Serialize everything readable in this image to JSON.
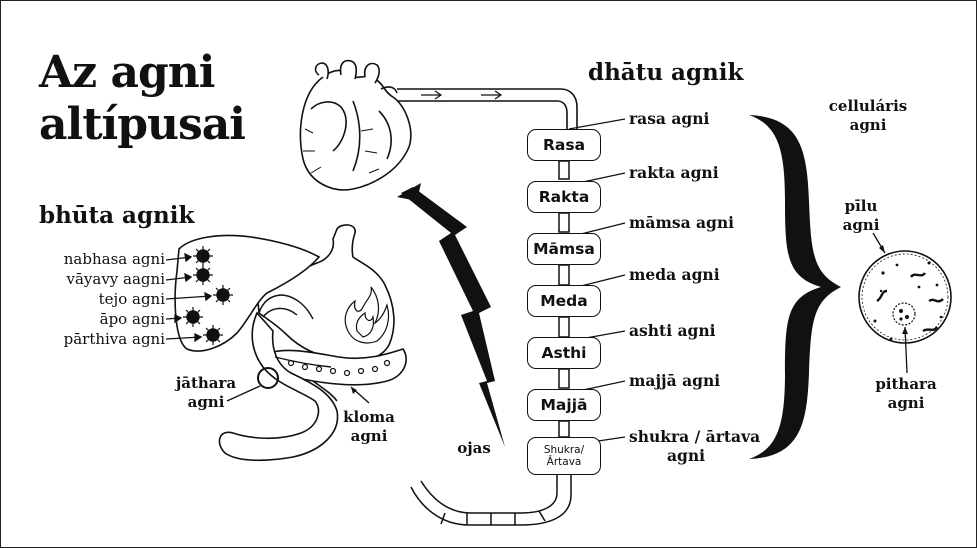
{
  "title": {
    "line1": "Az agni",
    "line2": "altípusai"
  },
  "bhuta": {
    "heading": "bhūta agnik",
    "items": [
      "nabhasa agni",
      "vāyavy aagni",
      "tejo agni",
      "āpo agni",
      "pārthiva agni"
    ]
  },
  "jathara": {
    "line1": "jāthara",
    "line2": "agni"
  },
  "kloma": {
    "line1": "kloma",
    "line2": "agni"
  },
  "ojas": "ojas",
  "dhatu": {
    "heading": "dhātu agnik",
    "tissues": [
      "Rasa",
      "Rakta",
      "Māmsa",
      "Meda",
      "Asthi",
      "Majjā"
    ],
    "last_tissue": {
      "line1": "Shukra/",
      "line2": "Ārtava"
    },
    "agnis": [
      "rasa agni",
      "rakta agni",
      "māmsa agni",
      "meda agni",
      "ashti agni",
      "majjā agni"
    ],
    "last_agni": {
      "line1": "shukra / ārtava",
      "line2": "agni"
    }
  },
  "cellular": {
    "line1": "celluláris",
    "line2": "agni"
  },
  "pilu": {
    "line1": "pīlu",
    "line2": "agni"
  },
  "pithara": {
    "line1": "pithara",
    "line2": "agni"
  }
}
